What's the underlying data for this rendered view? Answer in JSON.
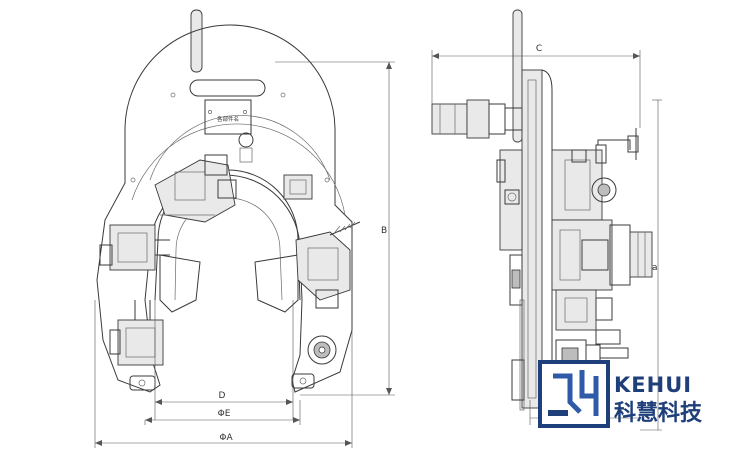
{
  "dimensions": {
    "phi_a": "ΦA",
    "phi_e": "ΦE",
    "d": "D",
    "b": "B",
    "c": "C",
    "small_a": "a"
  },
  "plate_label": "各部件名",
  "logo": {
    "brand_latin": "KEHUI",
    "brand_chinese": "科慧科技",
    "color_navy": "#1f3f7a",
    "color_blue": "#2f5aa8"
  }
}
